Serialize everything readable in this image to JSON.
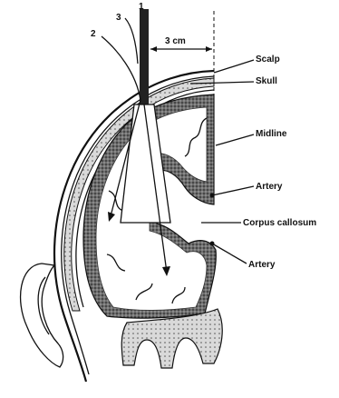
{
  "labels": {
    "scalp": "Scalp",
    "skull": "Skull",
    "midline": "Midline",
    "artery_upper": "Artery",
    "corpus_callosum": "Corpus callosum",
    "artery_lower": "Artery",
    "distance": "3 cm",
    "needle_1": "1",
    "needle_2": "2",
    "needle_3": "3"
  }
}
